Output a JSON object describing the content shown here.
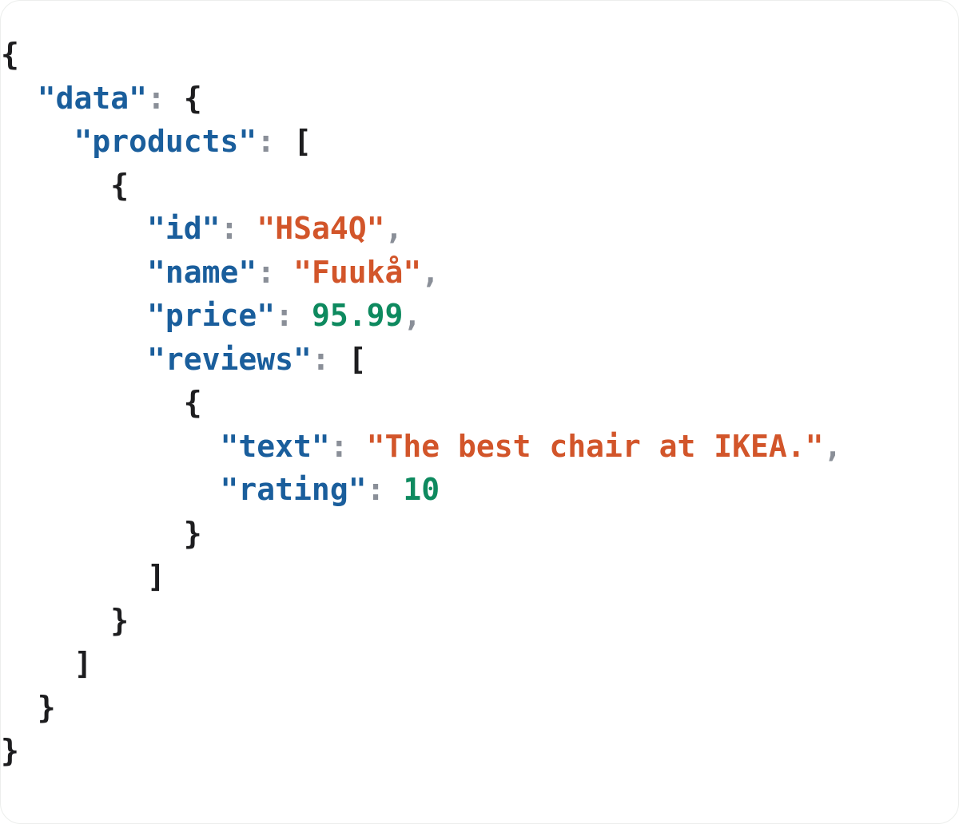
{
  "document": {
    "type": "json-code-block",
    "language": "json",
    "title": "JSON data viewer",
    "background_color": "#ffffff",
    "border_color": "#eceeec",
    "border_radius": "26px"
  },
  "syntax_colors": {
    "punctuation": "#1d1d1f",
    "key": "#1a5e9c",
    "colon": "#8a8f98",
    "string": "#d2552a",
    "number": "#0e8a5f",
    "comma": "#8a8f98"
  },
  "json_payload": {
    "data": {
      "products": [
        {
          "id": "HSa4Q",
          "name": "Fuukå",
          "price": 95.99,
          "reviews": [
            {
              "text": "The best chair at IKEA.",
              "rating": 10
            }
          ]
        }
      ]
    }
  },
  "lines": [
    {
      "indent": "",
      "tokens": [
        {
          "t": "punct",
          "v": "{"
        }
      ]
    },
    {
      "indent": "  ",
      "tokens": [
        {
          "t": "key",
          "v": "\"data\""
        },
        {
          "t": "colon",
          "v": ":"
        },
        {
          "t": "ws",
          "v": " "
        },
        {
          "t": "punct",
          "v": "{"
        }
      ]
    },
    {
      "indent": "    ",
      "tokens": [
        {
          "t": "key",
          "v": "\"products\""
        },
        {
          "t": "colon",
          "v": ":"
        },
        {
          "t": "ws",
          "v": " "
        },
        {
          "t": "punct",
          "v": "["
        }
      ]
    },
    {
      "indent": "      ",
      "tokens": [
        {
          "t": "punct",
          "v": "{"
        }
      ]
    },
    {
      "indent": "        ",
      "tokens": [
        {
          "t": "key",
          "v": "\"id\""
        },
        {
          "t": "colon",
          "v": ":"
        },
        {
          "t": "ws",
          "v": " "
        },
        {
          "t": "string",
          "v": "\"HSa4Q\""
        },
        {
          "t": "comma",
          "v": ","
        }
      ]
    },
    {
      "indent": "        ",
      "tokens": [
        {
          "t": "key",
          "v": "\"name\""
        },
        {
          "t": "colon",
          "v": ":"
        },
        {
          "t": "ws",
          "v": " "
        },
        {
          "t": "string",
          "v": "\"Fuukå\""
        },
        {
          "t": "comma",
          "v": ","
        }
      ]
    },
    {
      "indent": "        ",
      "tokens": [
        {
          "t": "key",
          "v": "\"price\""
        },
        {
          "t": "colon",
          "v": ":"
        },
        {
          "t": "ws",
          "v": " "
        },
        {
          "t": "number",
          "v": "95.99"
        },
        {
          "t": "comma",
          "v": ","
        }
      ]
    },
    {
      "indent": "        ",
      "tokens": [
        {
          "t": "key",
          "v": "\"reviews\""
        },
        {
          "t": "colon",
          "v": ":"
        },
        {
          "t": "ws",
          "v": " "
        },
        {
          "t": "punct",
          "v": "["
        }
      ]
    },
    {
      "indent": "          ",
      "tokens": [
        {
          "t": "punct",
          "v": "{"
        }
      ]
    },
    {
      "indent": "            ",
      "tokens": [
        {
          "t": "key",
          "v": "\"text\""
        },
        {
          "t": "colon",
          "v": ":"
        },
        {
          "t": "ws",
          "v": " "
        },
        {
          "t": "string",
          "v": "\"The best chair at IKEA.\""
        },
        {
          "t": "comma",
          "v": ","
        }
      ]
    },
    {
      "indent": "            ",
      "tokens": [
        {
          "t": "key",
          "v": "\"rating\""
        },
        {
          "t": "colon",
          "v": ":"
        },
        {
          "t": "ws",
          "v": " "
        },
        {
          "t": "number",
          "v": "10"
        }
      ]
    },
    {
      "indent": "          ",
      "tokens": [
        {
          "t": "punct",
          "v": "}"
        }
      ]
    },
    {
      "indent": "        ",
      "tokens": [
        {
          "t": "punct",
          "v": "]"
        }
      ]
    },
    {
      "indent": "      ",
      "tokens": [
        {
          "t": "punct",
          "v": "}"
        }
      ]
    },
    {
      "indent": "    ",
      "tokens": [
        {
          "t": "punct",
          "v": "]"
        }
      ]
    },
    {
      "indent": "  ",
      "tokens": [
        {
          "t": "punct",
          "v": "}"
        }
      ]
    },
    {
      "indent": "",
      "tokens": [
        {
          "t": "punct",
          "v": "}"
        }
      ]
    }
  ]
}
